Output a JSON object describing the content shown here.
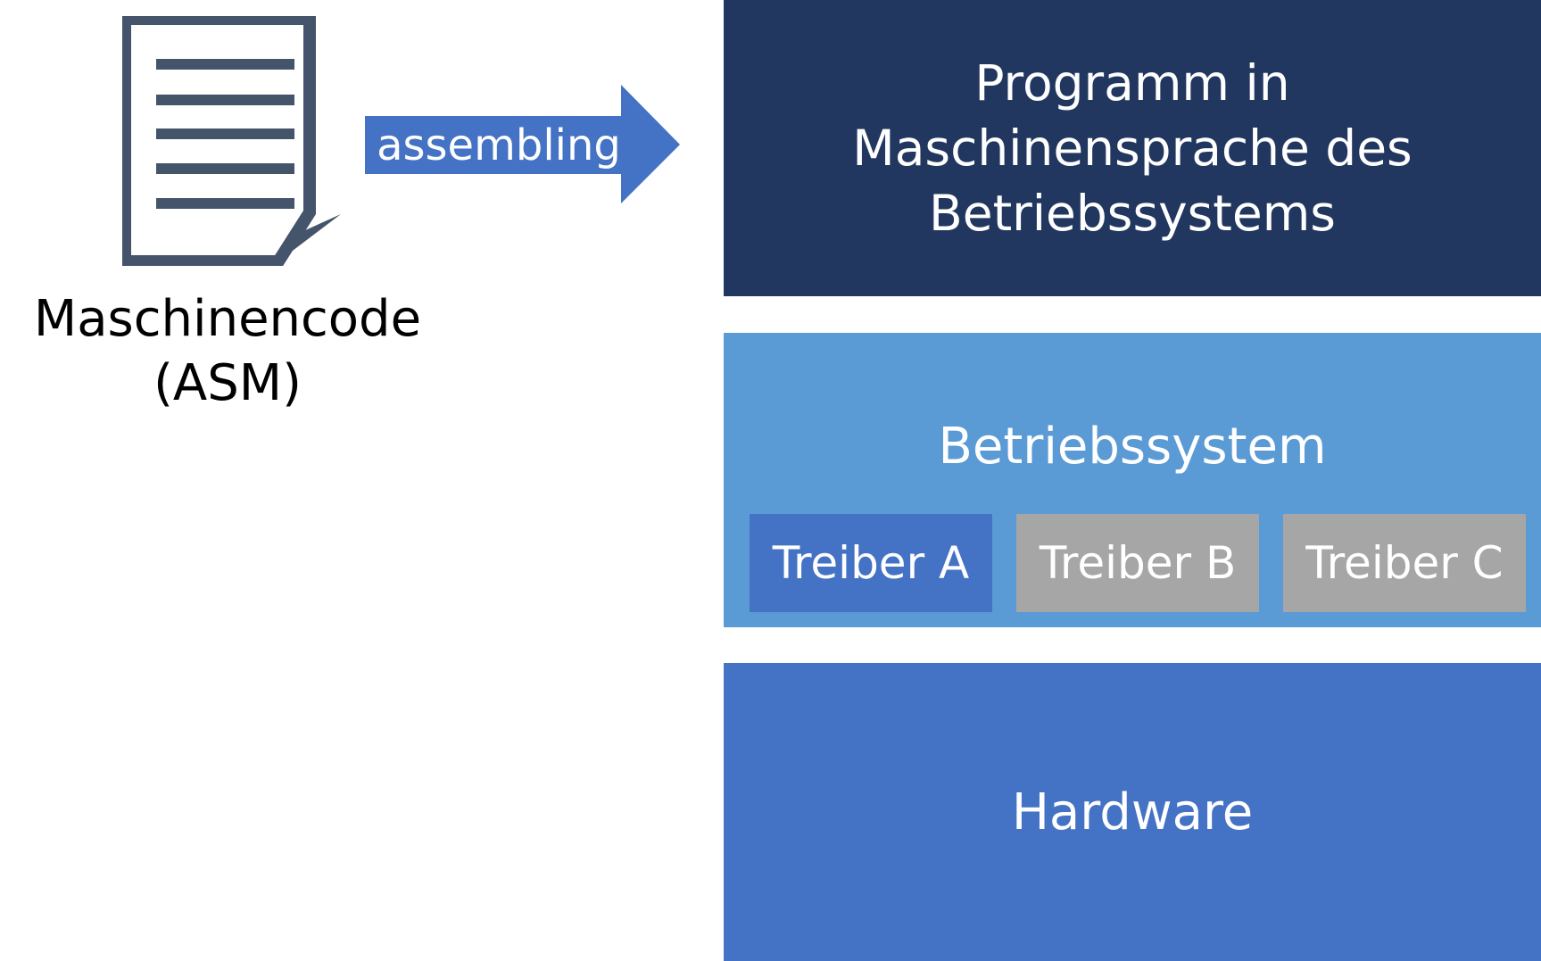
{
  "document": {
    "icon": "document-icon",
    "caption_line1": "Maschinencode",
    "caption_line2": "(ASM)"
  },
  "arrow": {
    "icon": "right-arrow",
    "label": "assembling"
  },
  "program_block": {
    "line1": "Programm in",
    "line2": "Maschinensprache des",
    "line3": "Betriebssystems"
  },
  "os_block": {
    "title": "Betriebssystem",
    "drivers": [
      {
        "label": "Treiber A"
      },
      {
        "label": "Treiber B"
      },
      {
        "label": "Treiber C"
      }
    ]
  },
  "hardware_block": {
    "label": "Hardware"
  },
  "colors": {
    "program": "#21375f",
    "os": "#5a9ad5",
    "hardware": "#4472c4",
    "driver_active": "#4472c4",
    "driver_inactive": "#a6a6a6",
    "document": "#44546a",
    "arrow": "#4472c4"
  }
}
